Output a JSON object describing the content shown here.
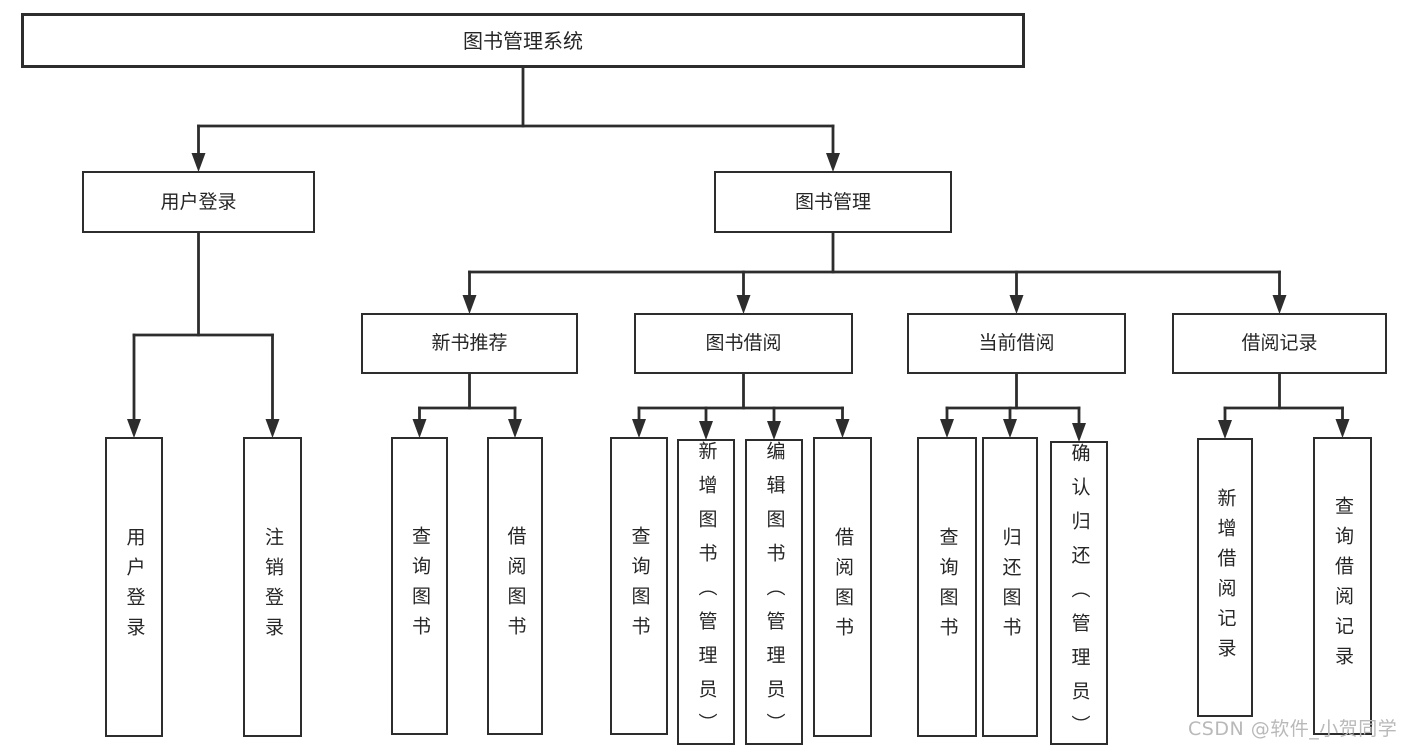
{
  "diagram": {
    "tree": {
      "id": "root",
      "label": "图书管理系统",
      "children": [
        {
          "id": "user-login",
          "label": "用户登录",
          "children": [
            {
              "id": "leaf-user-login",
              "label": "用户登录"
            },
            {
              "id": "leaf-logout",
              "label": "注销登录"
            }
          ]
        },
        {
          "id": "book-mgmt",
          "label": "图书管理",
          "children": [
            {
              "id": "new-book-rec",
              "label": "新书推荐",
              "children": [
                {
                  "id": "g2-query-book",
                  "label": "查询图书"
                },
                {
                  "id": "g2-borrow-book",
                  "label": "借阅图书"
                }
              ]
            },
            {
              "id": "book-borrow",
              "label": "图书借阅",
              "children": [
                {
                  "id": "g3-query-book",
                  "label": "查询图书"
                },
                {
                  "id": "g3-add-book",
                  "label": "新增图书（管理员）"
                },
                {
                  "id": "g3-edit-book",
                  "label": "编辑图书（管理员）"
                },
                {
                  "id": "g3-borrow-book",
                  "label": "借阅图书"
                }
              ]
            },
            {
              "id": "current-borrow",
              "label": "当前借阅",
              "children": [
                {
                  "id": "g4-query-book",
                  "label": "查询图书"
                },
                {
                  "id": "g4-return-book",
                  "label": "归还图书"
                },
                {
                  "id": "g4-confirm-return",
                  "label": "确认归还（管理员）"
                }
              ]
            },
            {
              "id": "borrow-records",
              "label": "借阅记录",
              "children": [
                {
                  "id": "g5-add-record",
                  "label": "新增借阅记录"
                },
                {
                  "id": "g5-query-record",
                  "label": "查询借阅记录"
                }
              ]
            }
          ]
        }
      ]
    }
  },
  "watermark": {
    "text": "CSDN @软件_小贺同学",
    "color": "#b9b9b9"
  },
  "colors": {
    "line": "#2d2d2d",
    "box_border": "#2d2d2d",
    "box_fill": "#ffffff",
    "text": "#262626",
    "background": "#ffffff"
  }
}
